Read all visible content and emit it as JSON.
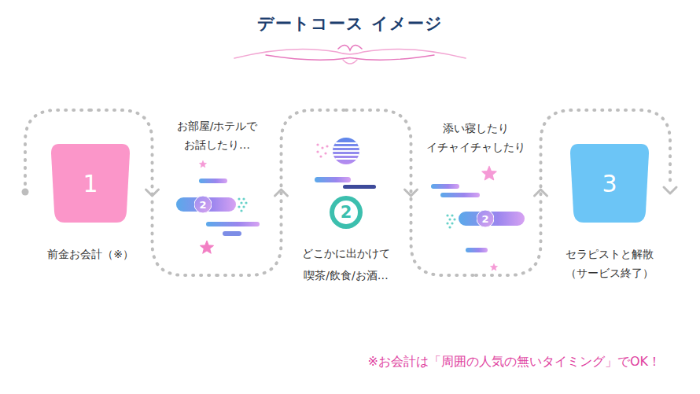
{
  "diagram": {
    "title": "デートコース イメージ",
    "nodes": [
      {
        "text": [
          "1",
          "前金お会計（※）"
        ]
      },
      {
        "text": [
          "お部屋/ホテルで お話したり…",
          "2"
        ]
      },
      {
        "text": [
          "2",
          "どこかに出かけて 喫茶/飲食/お酒…"
        ]
      },
      {
        "text": [
          "添い寝したり イチャイチャしたり",
          "2"
        ]
      },
      {
        "text": [
          "3",
          "セラピストと解散 （サービス終了）"
        ]
      }
    ],
    "edges": [
      {
        "from": 0,
        "to": 1,
        "arrow": "to"
      },
      {
        "from": 1,
        "to": 2,
        "arrow": "to"
      },
      {
        "from": 2,
        "to": 3,
        "arrow": "to"
      },
      {
        "from": 3,
        "to": 4,
        "arrow": "to"
      }
    ],
    "labels": [
      "※お会計は「周囲の人気の無いタイミング」でOK！"
    ]
  }
}
